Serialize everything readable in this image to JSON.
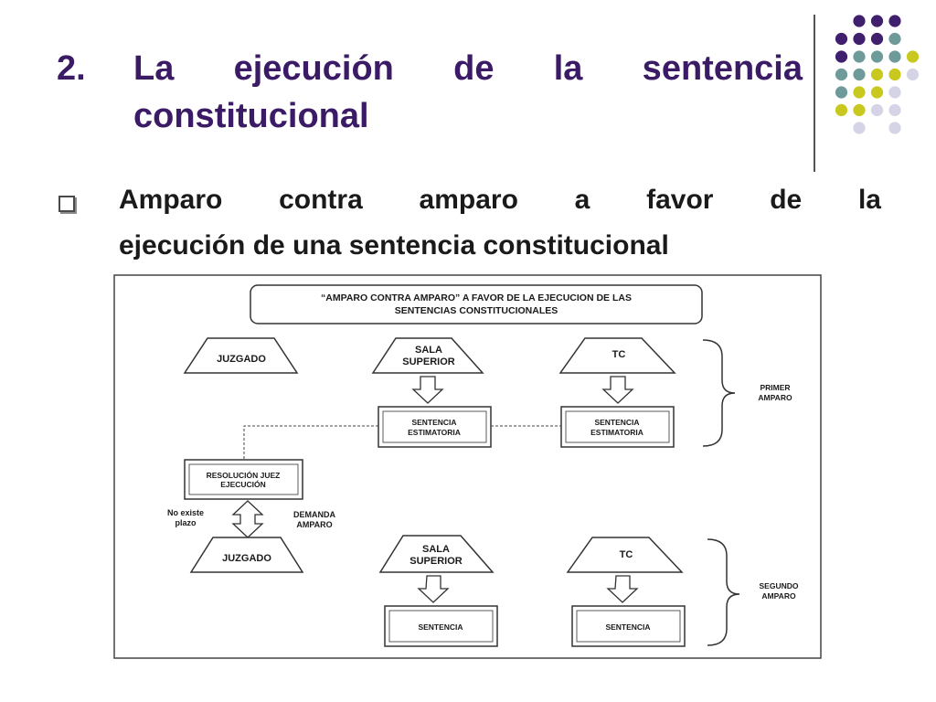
{
  "slide": {
    "title_number": "2.",
    "title_line1": "La ejecución de la sentencia",
    "title_line2": "constitucional",
    "bullet_line1": "Amparo contra amparo a favor de la",
    "bullet_line2": "ejecución de una sentencia constitucional",
    "colors": {
      "title": "#3b1a66",
      "dot_purple": "#3f1f6e",
      "dot_teal": "#6f9a9a",
      "dot_yellow": "#c8c81e",
      "dot_lavender": "#d4d4e6"
    }
  },
  "diagram": {
    "header_line1": "“AMPARO CONTRA AMPARO” A FAVOR DE LA EJECUCION DE LAS",
    "header_line2": "SENTENCIAS CONSTITUCIONALES",
    "juzgado_1": "JUZGADO",
    "sala_1_line1": "SALA",
    "sala_1_line2": "SUPERIOR",
    "tc_1": "TC",
    "estimatoria_1_line1": "SENTENCIA",
    "estimatoria_1_line2": "ESTIMATORIA",
    "estimatoria_2_line1": "SENTENCIA",
    "estimatoria_2_line2": "ESTIMATORIA",
    "primer_line1": "PRIMER",
    "primer_line2": "AMPARO",
    "resolucion_line1": "RESOLUCIÓN JUEZ",
    "resolucion_line2": "EJECUCIÓN",
    "no_existe_line1": "No existe",
    "no_existe_line2": "plazo",
    "demanda_line1": "DEMANDA",
    "demanda_line2": "AMPARO",
    "juzgado_2": "JUZGADO",
    "sala_2_line1": "SALA",
    "sala_2_line2": "SUPERIOR",
    "tc_2": "TC",
    "sentencia_1": "SENTENCIA",
    "sentencia_2": "SENTENCIA",
    "segundo_line1": "SEGUNDO",
    "segundo_line2": "AMPARO"
  }
}
